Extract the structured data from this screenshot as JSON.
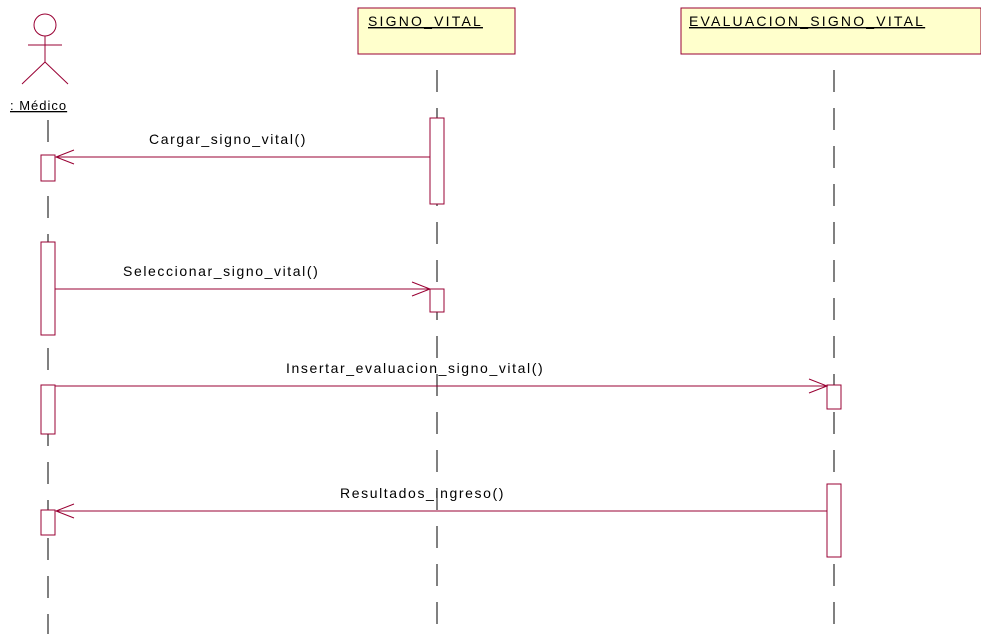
{
  "diagram": {
    "type": "uml-sequence",
    "colors": {
      "line": "#990033",
      "object_fill": "#FFFFCC",
      "text": "#000000"
    },
    "actor": {
      "label": ": Médico"
    },
    "objects": [
      {
        "label": "SIGNO_VITAL"
      },
      {
        "label": "EVALUACION_SIGNO_VITAL"
      }
    ],
    "messages": [
      {
        "label": "Cargar_signo_vital()",
        "from": "SIGNO_VITAL",
        "to": ": Médico"
      },
      {
        "label": "Seleccionar_signo_vital()",
        "from": ": Médico",
        "to": "SIGNO_VITAL"
      },
      {
        "label": "Insertar_evaluacion_signo_vital()",
        "from": ": Médico",
        "to": "EVALUACION_SIGNO_VITAL"
      },
      {
        "label": "Resultados_ingreso()",
        "from": "EVALUACION_SIGNO_VITAL",
        "to": ": Médico"
      }
    ]
  }
}
